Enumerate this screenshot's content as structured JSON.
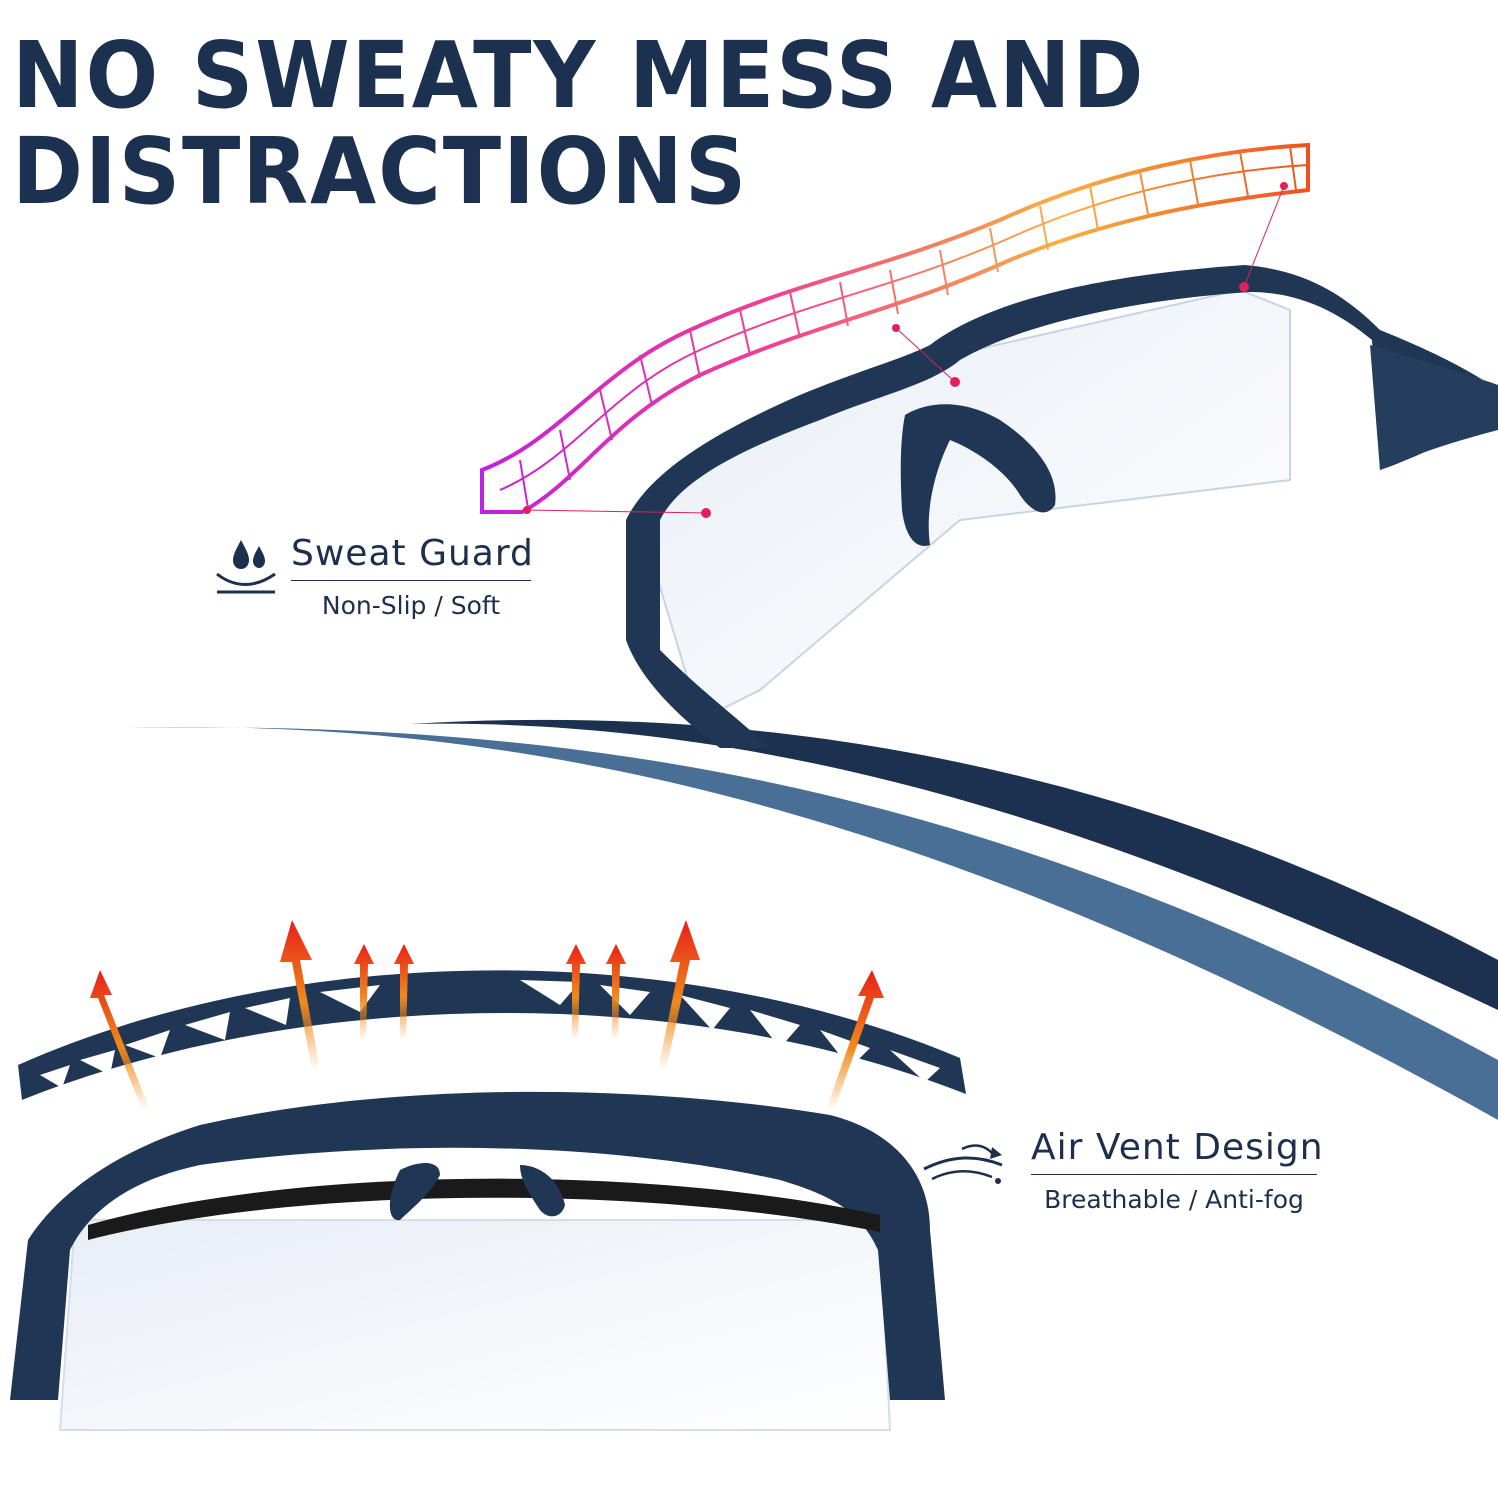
{
  "headline": {
    "line1": "NO SWEATY MESS AND",
    "line2": "DISTRACTIONS"
  },
  "features": {
    "sweat_guard": {
      "title": "Sweat Guard",
      "subtitle": "Non-Slip / Soft",
      "icon": "water-drops-icon"
    },
    "air_vent": {
      "title": "Air Vent Design",
      "subtitle": "Breathable / Anti-fog",
      "icon": "airflow-icon"
    }
  },
  "colors": {
    "frame_navy": "#1f3654",
    "wave_dark": "#1c3050",
    "wave_light": "#4a6f96",
    "heat_start": "#c020e0",
    "heat_end": "#f06020",
    "arrow_red": "#e82018",
    "arrow_orange": "#f08a1c"
  }
}
